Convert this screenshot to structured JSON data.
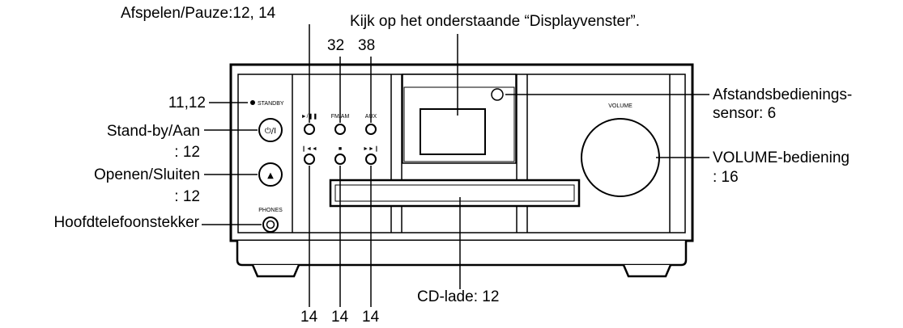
{
  "labels": {
    "play_pause": "Afspelen/Pauze:12, 14",
    "display_ref": "Kijk op het onderstaande “Displayvenster”.",
    "fm_am_page": "32",
    "aux_page": "38",
    "standby_page": "11,12",
    "standby_on_1": "Stand-by/Aan",
    "standby_on_2": ": 12",
    "open_close_1": "Openen/Sluiten",
    "open_close_2": ": 12",
    "headphone": "Hoofdtelefoonstekker",
    "remote_sensor_1": "Afstandsbedienings-",
    "remote_sensor_2": "sensor: 6",
    "volume_1": "VOLUME-bediening",
    "volume_2": ": 16",
    "cd_tray": "CD-lade: 12",
    "prev_page": "14",
    "stop_page": "14",
    "next_page": "14"
  },
  "panel": {
    "standby_text": "STANDBY",
    "power_symbol": "⏻/I",
    "eject_symbol": "▲",
    "phones_text": "PHONES",
    "play_pause_symbol": "►/❚❚",
    "fm_am_text": "FM/AM",
    "aux_text": "AUX",
    "prev_symbol": "❙◄◄",
    "stop_symbol": "■",
    "next_symbol": "►►❙",
    "volume_text": "VOLUME"
  }
}
